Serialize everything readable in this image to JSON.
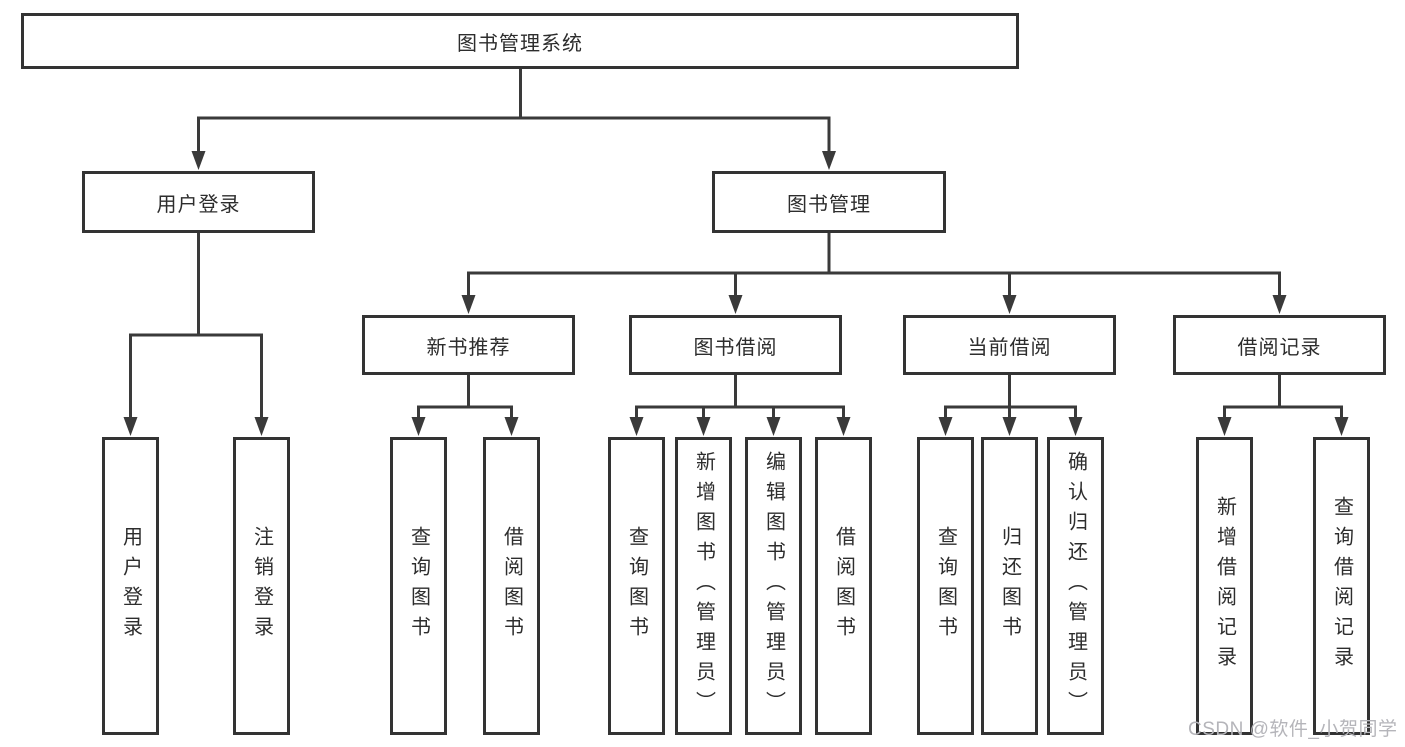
{
  "nodes": {
    "root": "图书管理系统",
    "level2": [
      "用户登录",
      "图书管理"
    ],
    "level3": [
      "新书推荐",
      "图书借阅",
      "当前借阅",
      "借阅记录"
    ],
    "leaves": [
      "用户登录",
      "注销登录",
      "查询图书",
      "借阅图书",
      "查询图书",
      "新增图书（管理员）",
      "编辑图书（管理员）",
      "借阅图书",
      "查询图书",
      "归还图书",
      "确认归还（管理员）",
      "新增借阅记录",
      "查询借阅记录"
    ]
  },
  "hierarchy": {
    "图书管理系统": [
      "用户登录",
      "图书管理"
    ],
    "用户登录": [
      "用户登录",
      "注销登录"
    ],
    "图书管理": [
      "新书推荐",
      "图书借阅",
      "当前借阅",
      "借阅记录"
    ],
    "新书推荐": [
      "查询图书",
      "借阅图书"
    ],
    "图书借阅": [
      "查询图书",
      "新增图书（管理员）",
      "编辑图书（管理员）",
      "借阅图书"
    ],
    "当前借阅": [
      "查询图书",
      "归还图书",
      "确认归还（管理员）"
    ],
    "借阅记录": [
      "新增借阅记录",
      "查询借阅记录"
    ]
  },
  "watermark": "CSDN @软件_小贺同学",
  "colors": {
    "line": "#3a3a3a",
    "border": "#333333",
    "text": "#2d2d2d",
    "watermark": "#b5b5ba",
    "bg": "#ffffff"
  }
}
